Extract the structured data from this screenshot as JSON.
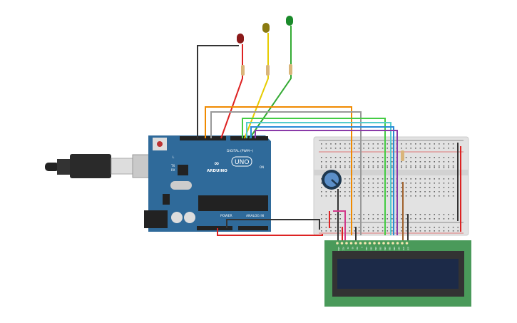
{
  "arduino": {
    "brand": "ARDUINO",
    "model": "UNO",
    "digital_label": "DIGITAL (PWM~)",
    "power_label": "POWER",
    "analog_label": "ANALOG IN",
    "on_label": "ON",
    "l_label": "L",
    "tx_label": "TX",
    "rx_label": "RX",
    "color": "#2f6a9a"
  },
  "leds": [
    {
      "color": "#8b1a1a"
    },
    {
      "color": "#8a7a10"
    },
    {
      "color": "#1a8a2a"
    }
  ],
  "lcd": {
    "pins": [
      "GND",
      "VCC",
      "V0",
      "RS",
      "RW",
      "E",
      "DB0",
      "DB1",
      "DB2",
      "DB3",
      "DB4",
      "DB5",
      "DB6",
      "DB7",
      "LED",
      "LED"
    ],
    "board_color": "#4a9a5a",
    "screen_color": "#1c2a48"
  },
  "breadboard": {
    "color": "#e2e2e2"
  },
  "potentiometer": {
    "color": "#5b8fc9"
  }
}
